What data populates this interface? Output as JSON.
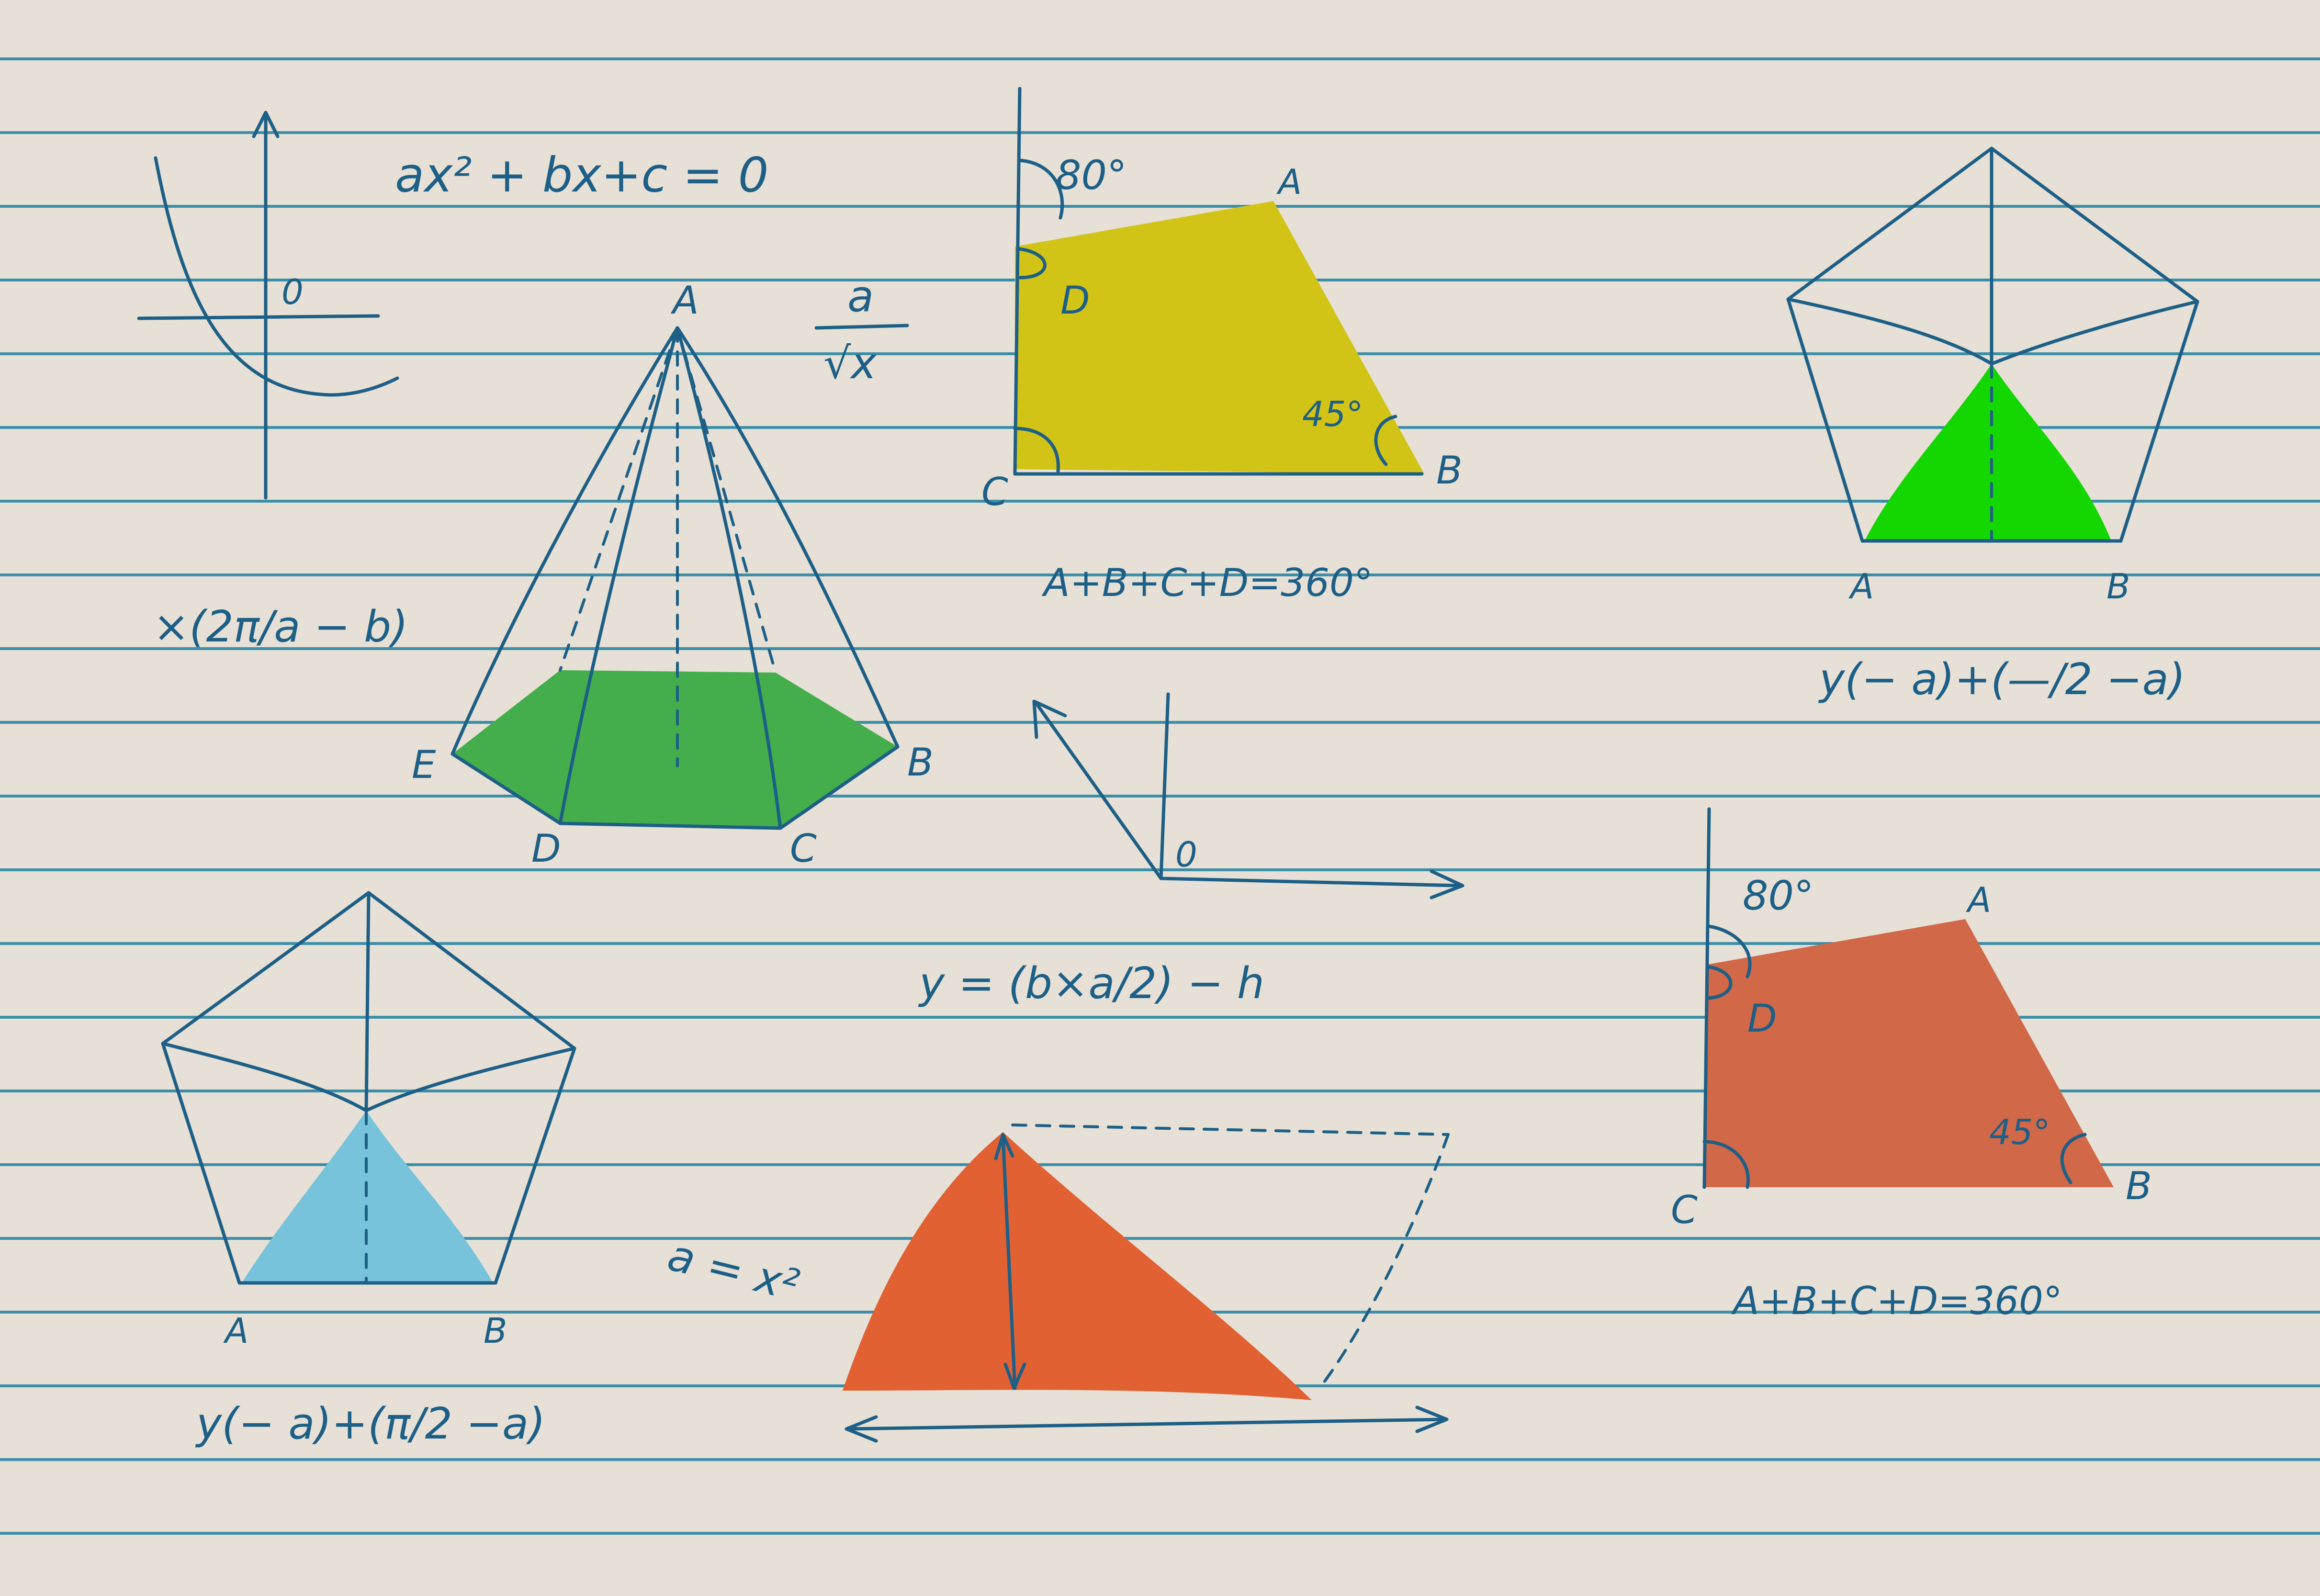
{
  "colors": {
    "paper": "#e6e0d6",
    "ruling": "#3c8fa8",
    "ink": "#1d5f86",
    "yellow_quad": "#d1c416",
    "green_pyramid_base": "#43ae4b",
    "green_pentagon": "#14d600",
    "blue_pentagon": "#77c3dc",
    "orange_triangle": "#e26133",
    "brick_quad": "#d16848"
  },
  "labels": {
    "origin_top": "0",
    "quadratic": "ax² + bx+c = 0",
    "frac_a": "a",
    "frac_sqrt_x": "√x",
    "x_expr": "×(2π/a − b)",
    "pyramid_A": "A",
    "pyramid_B": "B",
    "pyramid_C": "C",
    "pyramid_D": "D",
    "pyramid_E": "E",
    "quad_top_80": "80°",
    "quad_top_A": "A",
    "quad_top_D": "D",
    "quad_top_45": "45°",
    "quad_top_B": "B",
    "quad_top_C": "C",
    "sum_top": "A+B+C+D=360°",
    "pent_tr_A": "A",
    "pent_tr_B": "B",
    "eq_tr": "y(− a)+(—/2 −a)",
    "origin_mid": "0",
    "eq_mid": "y = (b×a/2) − h",
    "quad_br_80": "80°",
    "quad_br_A": "A",
    "quad_br_D": "D",
    "quad_br_45": "45°",
    "quad_br_B": "B",
    "quad_br_C": "C",
    "sum_br": "A+B+C+D=360°",
    "pent_bl_A": "A",
    "pent_bl_B": "B",
    "eq_bl": "y(− a)+(π/2 −a)",
    "a_eq": "a = x²"
  }
}
